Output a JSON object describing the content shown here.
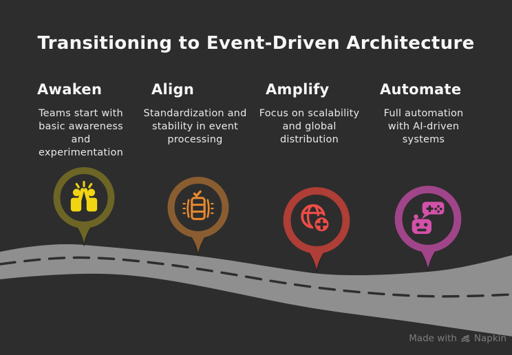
{
  "title": "Transitioning to Event-Driven Architecture",
  "stages": [
    {
      "name": "Awaken",
      "description": "Teams start with basic awareness and experimentation",
      "icon": "high-five-icon",
      "pin_color": "#6c6526",
      "icon_color": "#f1d513"
    },
    {
      "name": "Align",
      "description": "Standardization and stability in event processing",
      "icon": "standards-stack-icon",
      "pin_color": "#8a5d31",
      "icon_color": "#e8892d"
    },
    {
      "name": "Amplify",
      "description": "Focus on scalability and global distribution",
      "icon": "globe-plus-icon",
      "pin_color": "#ae3e36",
      "icon_color": "#ee4c46"
    },
    {
      "name": "Automate",
      "description": "Full automation with AI-driven systems",
      "icon": "robot-gamepad-icon",
      "pin_color": "#a04589",
      "icon_color": "#d351a9"
    }
  ],
  "watermark": {
    "text_prefix": "Made with",
    "brand": "Napkin"
  },
  "colors": {
    "background": "#2d2d2d",
    "road": "#8f8f8f",
    "road_dash": "#2e2e2e",
    "title_text": "#f6f6f6",
    "body_text": "#e9e9e9"
  }
}
